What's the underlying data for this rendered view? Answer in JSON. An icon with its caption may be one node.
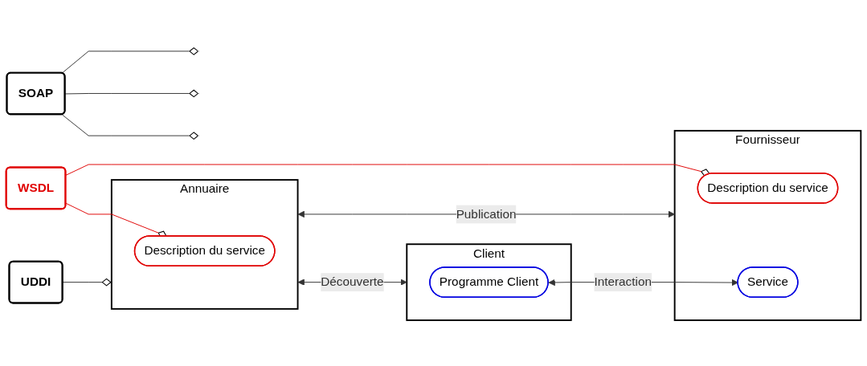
{
  "diagram": {
    "nodes": [
      {
        "text": [
          "Annuaire"
        ]
      },
      {
        "text": [
          "Description du service"
        ],
        "in": 0
      },
      {
        "text": [
          "UDDI"
        ]
      },
      {
        "text": [
          "WSDL"
        ]
      },
      {
        "text": [
          "Client"
        ]
      },
      {
        "text": [
          "Programme Client"
        ],
        "in": 4
      },
      {
        "text": [
          "SOAP"
        ]
      },
      {
        "text": [
          "Fournisseur"
        ]
      },
      {
        "text": [
          "Description du service"
        ],
        "in": 7
      },
      {
        "text": [
          "Service"
        ],
        "in": 7
      }
    ],
    "edges": [
      {
        "from": 2,
        "to": 0,
        "arrow": "other"
      },
      {
        "from": 3,
        "to": 1,
        "arrow": "other",
        "color": "#e00000"
      },
      {
        "from": 3,
        "to": 8,
        "arrow": "other",
        "color": "#e00000"
      },
      {
        "from": 0,
        "to": 4,
        "arrow": "both",
        "label": "Découverte"
      },
      {
        "from": 0,
        "to": 7,
        "arrow": "both",
        "label": "Publication"
      },
      {
        "from": 5,
        "to": 9,
        "arrow": "both",
        "label": "Interaction"
      },
      {
        "from": 6,
        "to": null,
        "arrow": "other"
      },
      {
        "from": 6,
        "to": null,
        "arrow": "other"
      },
      {
        "from": 6,
        "to": null,
        "arrow": "other"
      }
    ]
  }
}
